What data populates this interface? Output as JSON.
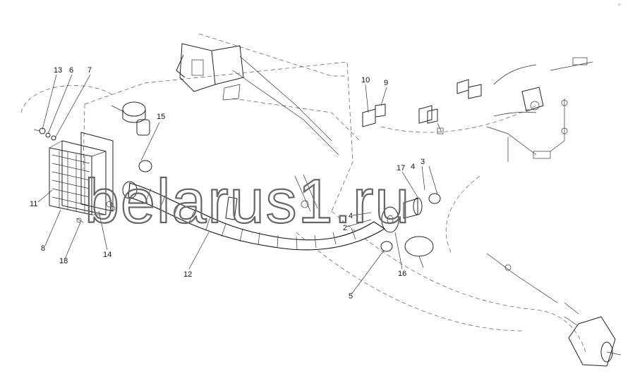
{
  "corner_mark": "ª°",
  "watermark": "belarus1.ru",
  "callouts": [
    "13",
    "6",
    "7",
    "15",
    "11",
    "8",
    "18",
    "14",
    "12",
    "10",
    "9",
    "17",
    "4",
    "3",
    "4",
    "2",
    "5",
    "16"
  ]
}
